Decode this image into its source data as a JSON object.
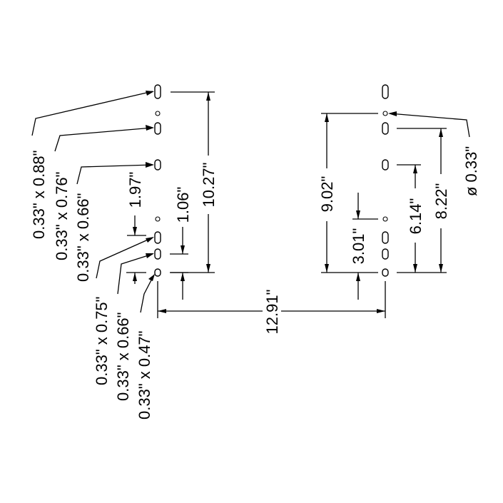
{
  "diagram": {
    "slot_labels": [
      "0.33\" x 0.88\"",
      "0.33\" x 0.76\"",
      "0.33\" x 0.66\"",
      "0.33\" x 0.75\"",
      "0.33\" x 0.66\"",
      "0.33\" x 0.47\""
    ],
    "dim_left": {
      "d1": "1.97\"",
      "d2": "1.06\"",
      "d3": "10.27\""
    },
    "dim_width": "12.91\"",
    "dim_right": {
      "d1": "9.02\"",
      "d2": "3.01\"",
      "d3": "6.14\"",
      "d4": "8.22\""
    },
    "hole_diameter": "ø 0.33\""
  }
}
